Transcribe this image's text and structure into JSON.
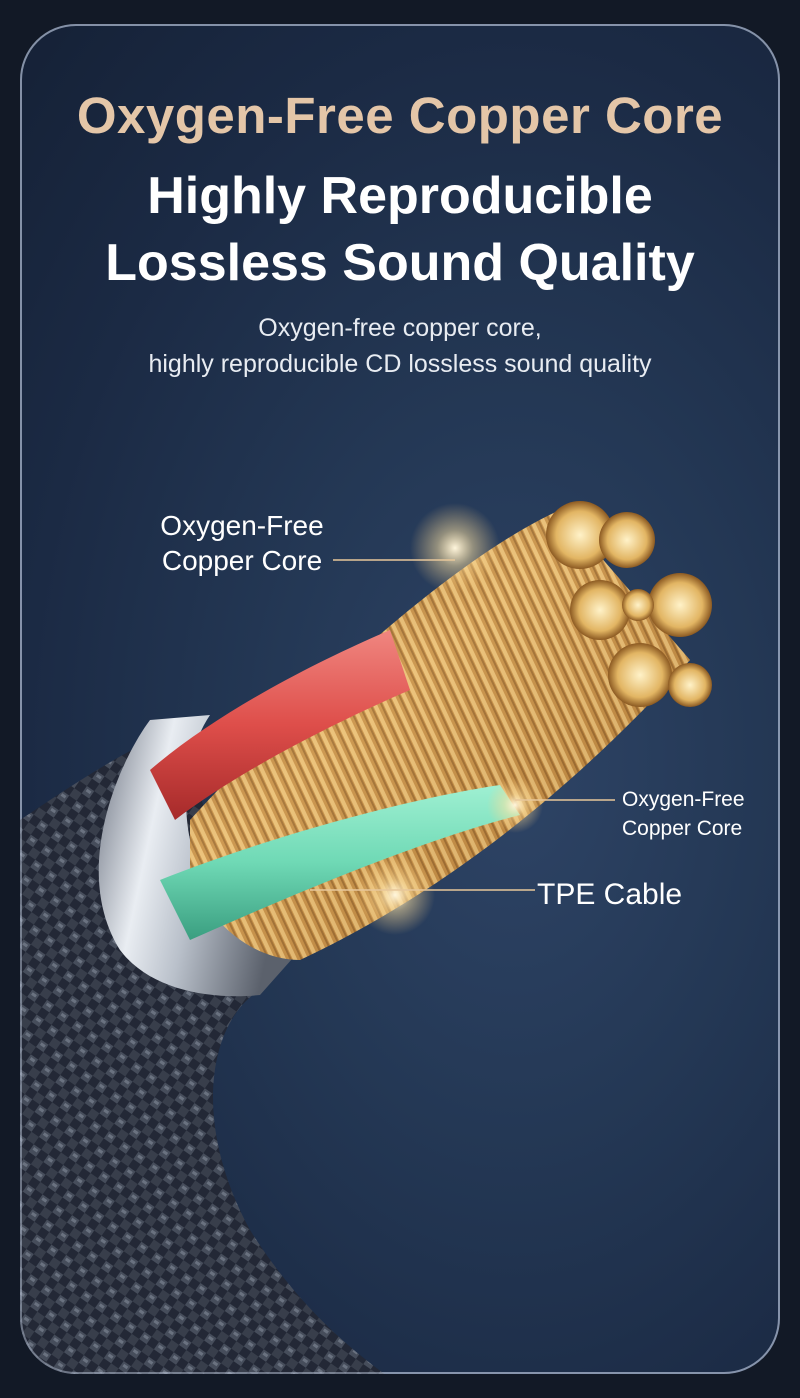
{
  "header": {
    "eyebrow": "Oxygen-Free Copper Core",
    "headline_line1": "Highly Reproducible",
    "headline_line2": "Lossless Sound Quality",
    "sub_line1": "Oxygen-free copper core,",
    "sub_line2": "highly reproducible CD lossless sound quality"
  },
  "callouts": {
    "core_top_line1": "Oxygen-Free",
    "core_top_line2": "Copper Core",
    "core_right_line1": "Oxygen-Free",
    "core_right_line2": "Copper Core",
    "tpe": "TPE Cable"
  },
  "colors": {
    "accent_gold": "#e4c6a8",
    "background": "#1b2a44",
    "copper": "#d9a85c",
    "red_insulation": "#e0524f",
    "green_insulation": "#6fd9b5",
    "braid": "#3a4150"
  }
}
